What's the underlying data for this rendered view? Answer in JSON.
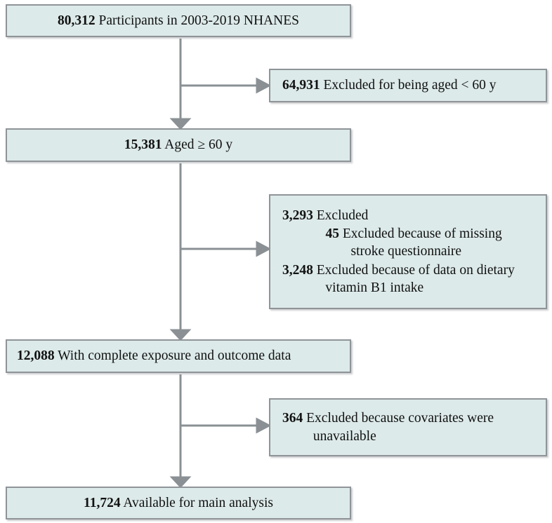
{
  "figure": {
    "type": "flowchart",
    "description": "NHANES participant selection flow diagram",
    "colors": {
      "box_fill": "#dceae9",
      "box_border": "#8f9498",
      "connector": "#8a9094",
      "text": "#111111",
      "background": "#ffffff"
    }
  },
  "nodes": {
    "total": {
      "count": "80,312",
      "text": "Participants in 2003-2019 NHANES"
    },
    "excluded_age": {
      "count": "64,931",
      "text": "Excluded for being aged < 60 y"
    },
    "aged60": {
      "count": "15,381",
      "text": "Aged ≥ 60 y"
    },
    "excluded_data": {
      "count": "3,293",
      "text": "Excluded",
      "sub_items": [
        {
          "count": "45",
          "text": "Excluded because of missing stroke questionnaire"
        },
        {
          "count": "3,248",
          "text": "Excluded because of data on dietary vitamin B1 intake"
        }
      ]
    },
    "complete": {
      "count": "12,088",
      "text": "With complete exposure and outcome data"
    },
    "excluded_covariates": {
      "count": "364",
      "text": "Excluded because covariates were unavailable"
    },
    "final": {
      "count": "11,724",
      "text": "Available for main analysis"
    }
  }
}
